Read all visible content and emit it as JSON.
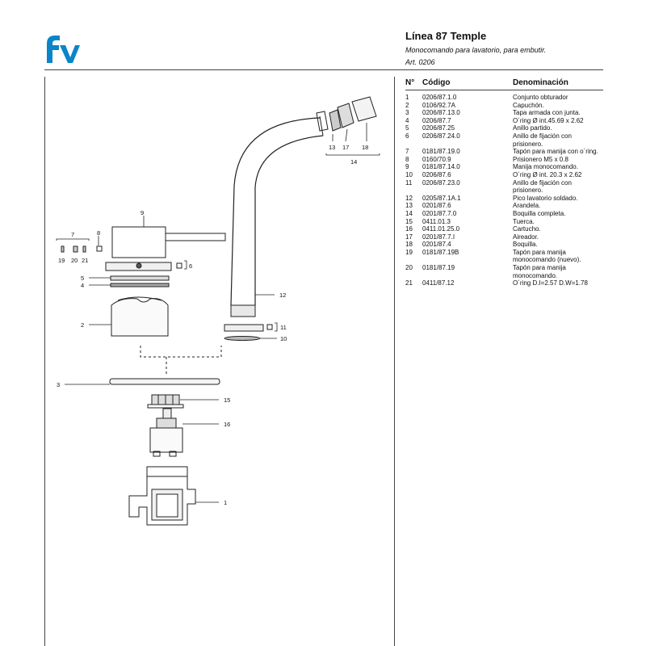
{
  "header": {
    "title": "Línea 87 Temple",
    "subtitle": "Monocomando para lavatorio, para embutir.",
    "article": "Art. 0206",
    "brand_color": "#0a85c9"
  },
  "table": {
    "col_n": "N°",
    "col_code": "Código",
    "col_name": "Denominación",
    "rows": [
      {
        "n": "1",
        "code": "0206/87.1.0",
        "name": "Conjunto obturador"
      },
      {
        "n": "2",
        "code": "0106/92.7A",
        "name": "Capuchón."
      },
      {
        "n": "3",
        "code": "0206/87.13.0",
        "name": "Tapa armada con junta."
      },
      {
        "n": "4",
        "code": "0206/87.7",
        "name": "O´ring Ø int.45.69 x 2.62"
      },
      {
        "n": "5",
        "code": "0206/87.25",
        "name": "Anillo partido."
      },
      {
        "n": "6",
        "code": "0206/87.24.0",
        "name": "Anillo de fijación con prisionero."
      },
      {
        "n": "7",
        "code": "0181/87.19.0",
        "name": "Tapón para manija con o´ring."
      },
      {
        "n": "8",
        "code": "0160/70.9",
        "name": "Prisionero M5 x 0.8"
      },
      {
        "n": "9",
        "code": "0181/87.14.0",
        "name": "Manija monocomando."
      },
      {
        "n": "10",
        "code": "0206/87.6",
        "name": "O´ring Ø int. 20.3 x 2.62"
      },
      {
        "n": "11",
        "code": "0206/87.23.0",
        "name": "Anillo de fijación con prisionero."
      },
      {
        "n": "12",
        "code": "0205/87.1A.1",
        "name": "Pico lavatorio soldado."
      },
      {
        "n": "13",
        "code": "0201/87.6",
        "name": "Arandela."
      },
      {
        "n": "14",
        "code": "0201/87.7.0",
        "name": "Boquilla completa."
      },
      {
        "n": "15",
        "code": "0411.01.3",
        "name": "Tuerca."
      },
      {
        "n": "16",
        "code": "0411.01.25.0",
        "name": "Cartucho."
      },
      {
        "n": "17",
        "code": "0201/87.7.I",
        "name": "Aireador."
      },
      {
        "n": "18",
        "code": "0201/87.4",
        "name": "Boquilla."
      },
      {
        "n": "19",
        "code": "0181/87.19B",
        "name": "Tapón para manija monocomando (nuevo)."
      },
      {
        "n": "20",
        "code": "0181/87.19",
        "name": "Tapón para manija monocomando."
      },
      {
        "n": "21",
        "code": "0411/87.12",
        "name": "O´ring D.I=2.57 D.W=1.78"
      }
    ]
  },
  "callouts": {
    "c1": "1",
    "c2": "2",
    "c3": "3",
    "c4": "4",
    "c5": "5",
    "c6": "6",
    "c7": "7",
    "c8": "8",
    "c9": "9",
    "c10": "10",
    "c11": "11",
    "c12": "12",
    "c13": "13",
    "c14": "14",
    "c15": "15",
    "c16": "16",
    "c17": "17",
    "c18": "18",
    "c19": "19",
    "c20": "20",
    "c21": "21"
  }
}
